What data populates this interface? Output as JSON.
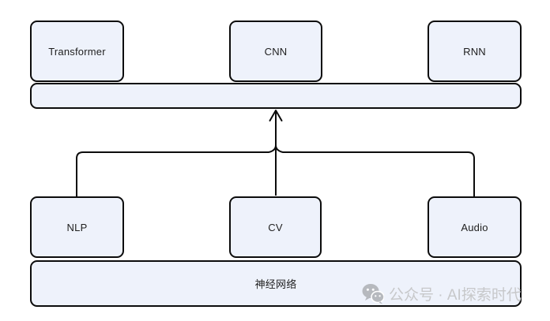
{
  "diagram": {
    "title": "neural-network-architecture-diagram",
    "top_row": [
      {
        "id": "transformer",
        "label": "Transformer"
      },
      {
        "id": "cnn",
        "label": "CNN"
      },
      {
        "id": "rnn",
        "label": "RNN"
      }
    ],
    "top_bar_label": "",
    "middle_row": [
      {
        "id": "nlp",
        "label": "NLP"
      },
      {
        "id": "cv",
        "label": "CV"
      },
      {
        "id": "audio",
        "label": "Audio"
      }
    ],
    "bottom_bar_label": "神经网络",
    "connector": {
      "type": "merge-arrow-up",
      "from": [
        "NLP",
        "CV",
        "Audio"
      ],
      "to": "top bar"
    },
    "colors": {
      "box_fill": "#eef2fb",
      "box_border": "#0c0c0c",
      "text": "#1f1f1f"
    }
  },
  "watermark": {
    "icon": "wechat-icon",
    "text": "公众号 · AI探索时代",
    "text_color": "#c7c8ca",
    "icon_color": "#b6b9be"
  }
}
